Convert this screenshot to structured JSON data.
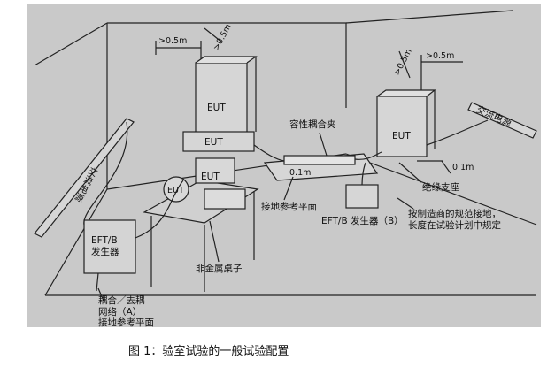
{
  "figure": {
    "dims": {
      "back_left_gap": ">0.5m",
      "back_up_gap": ">0.5m",
      "right_diag_gap": ">0.5m",
      "right_horz_gap": ">0.5m",
      "height_mid": "0.1m",
      "height_right": "0.1m"
    },
    "labels": {
      "eut_tall": "EUT",
      "eut_mid": "EUT",
      "eut_desk_right": "EUT",
      "eut_desk_small": "EUT",
      "eut_right": "EUT",
      "ac_left": "交流电源",
      "ac_right": "交流电源",
      "capacitive_clamp": "容性耦合夹",
      "ground_plane": "接地参考平面",
      "generator_b": "EFT/B 发生器（B）",
      "insulation": "绝缘支座",
      "cable_note_line1": "按制造商的规范接地，",
      "cable_note_line2": "长度在试验计划中规定",
      "nonmetal_table": "非金属桌子",
      "eftb_gen_line1": "EFT/B",
      "eftb_gen_line2": "发生器",
      "coupling_line1": "耦合／去耦",
      "coupling_line2": "网络（A）",
      "coupling_line3": "接地参考平面"
    }
  },
  "caption": "图 1：验室试验的一般试验配置"
}
